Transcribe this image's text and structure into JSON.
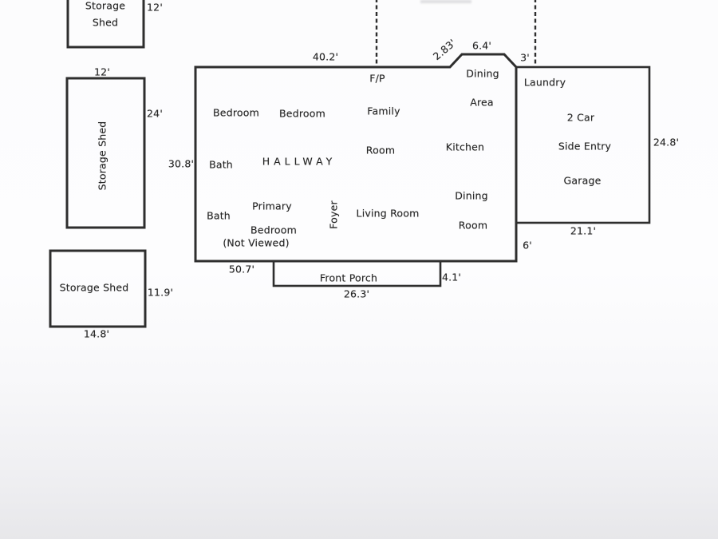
{
  "colors": {
    "line": "#2e2e2e",
    "text": "#262626"
  },
  "sheds": {
    "shed_top": {
      "label_line1": "Storage",
      "label_line2": "Shed",
      "dim_right": "12'"
    },
    "shed_middle": {
      "label": "Storage Shed",
      "dim_top": "12'",
      "dim_right": "24'"
    },
    "shed_bottom": {
      "label": "Storage Shed",
      "dim_right": "11.9'",
      "dim_bottom": "14.8'"
    }
  },
  "house": {
    "dim_top": "40.2'",
    "dim_nook_diag": "2.83'",
    "dim_nook_top": "6.4'",
    "dim_nook_right": "3'",
    "dim_left": "30.8'",
    "dim_bottom": "50.7'",
    "dim_right_lower": "6'",
    "rooms": {
      "fp": "F/P",
      "bedroom_1": "Bedroom",
      "bedroom_2": "Bedroom",
      "family_line1": "Family",
      "family_line2": "Room",
      "dining_area_line1": "Dining",
      "dining_area_line2": "Area",
      "kitchen": "Kitchen",
      "bath_upper": "Bath",
      "hallway": "HALLWAY",
      "bath_lower": "Bath",
      "primary_line1": "Primary",
      "primary_line2": "Bedroom",
      "primary_line3": "(Not Viewed)",
      "foyer": "Foyer",
      "living_room": "Living Room",
      "dining_room_line1": "Dining",
      "dining_room_line2": "Room"
    }
  },
  "garage": {
    "laundry": "Laundry",
    "label_line1": "2 Car",
    "label_line2": "Side Entry",
    "label_line3": "Garage",
    "dim_right": "24.8'",
    "dim_bottom": "21.1'"
  },
  "porch": {
    "label": "Front Porch",
    "dim_right": "4.1'",
    "dim_bottom": "26.3'"
  }
}
